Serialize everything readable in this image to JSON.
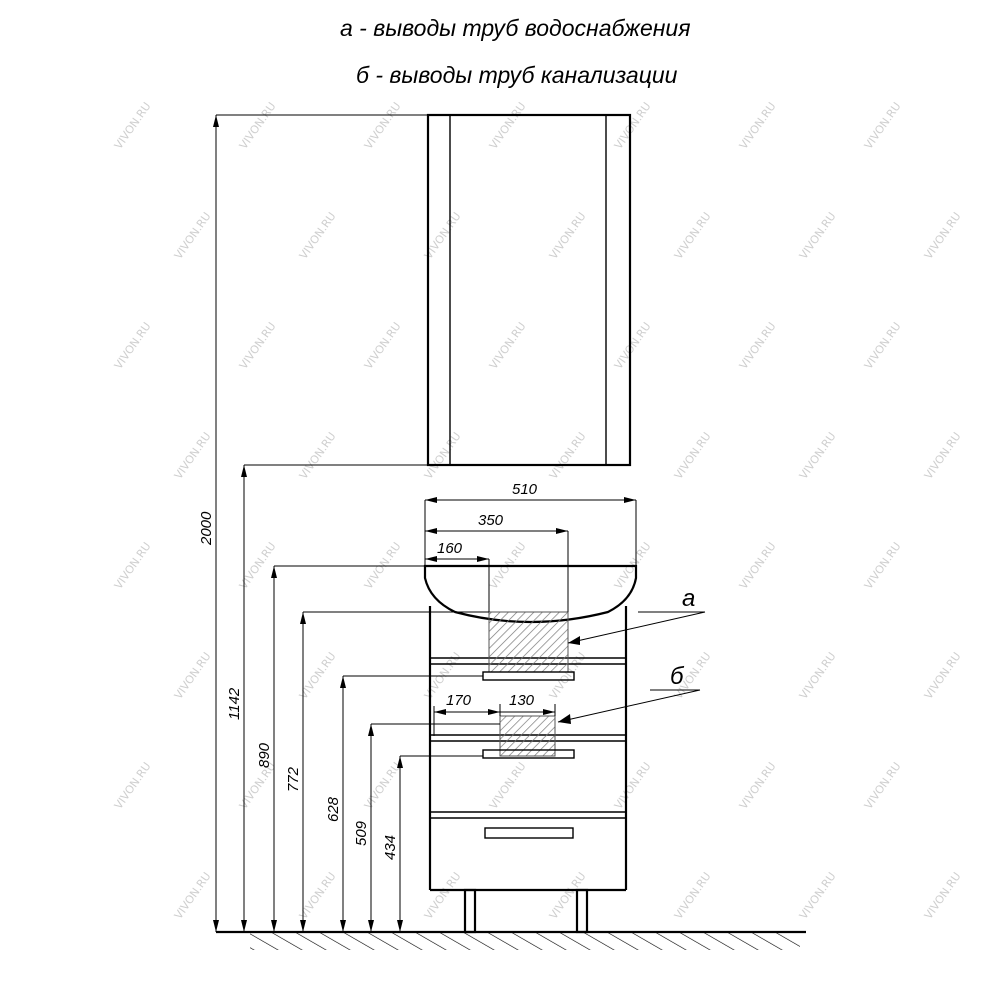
{
  "legend": {
    "a": "а -  выводы  труб водоснабжения",
    "b": "б -  выводы  труб канализации"
  },
  "callouts": {
    "water": "а",
    "sewer": "б"
  },
  "dimensions": {
    "width_total": "510",
    "width_350": "350",
    "width_160": "160",
    "width_170": "170",
    "width_130": "130",
    "height_2000": "2000",
    "height_1142": "1142",
    "height_890": "890",
    "height_772": "772",
    "height_628": "628",
    "height_509": "509",
    "height_434": "434"
  },
  "watermark": "VIVON.RU"
}
